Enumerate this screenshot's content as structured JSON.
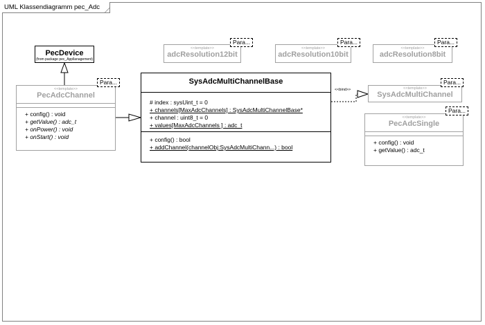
{
  "frame": {
    "title": "UML Klassendiagramm pec_Adc"
  },
  "classes": {
    "pecdevice": {
      "name": "PecDevice",
      "package": "(from package pec_Appllanagement)"
    },
    "pecadcchannel": {
      "stereotype": "<<template>>",
      "name": "PecAdcChannel",
      "param": "Para...",
      "ops": [
        "+ config() : void",
        "+ getValue() : adc_t",
        "+ onPower() : void",
        "+ onStart() : void"
      ]
    },
    "sysbase": {
      "name": "SysAdcMultiChannelBase",
      "attrs": [
        "# index : sysUint_t = 0",
        "+ channels[MaxAdcChannels] : SysAdcMultiChannelBase*",
        "+ channel : uint8_t = 0",
        "+ values[MaxAdcChannels ] : adc_t"
      ],
      "ops": [
        "+ config() : bool",
        "+ addChannel(channelObj:SysAdcMultiChann...) : bool"
      ]
    },
    "res12": {
      "stereotype": "<<template>>",
      "name": "adcResolution12bit",
      "param": "Para..."
    },
    "res10": {
      "stereotype": "<<template>>",
      "name": "adcResolution10bit",
      "param": "Para..."
    },
    "res8": {
      "stereotype": "<<template>>",
      "name": "adcResolution8bit",
      "param": "Para..."
    },
    "sysmulti": {
      "stereotype": "<<template>>",
      "name": "SysAdcMultiChannel",
      "param": "Para..."
    },
    "single": {
      "stereotype": "<<template>>",
      "name": "PecAdcSingle",
      "param": "Para...",
      "ops": [
        "+ config() : void",
        "+ getValue() : adc_t"
      ]
    }
  },
  "edges": {
    "bind_label": "<<bind>>"
  }
}
